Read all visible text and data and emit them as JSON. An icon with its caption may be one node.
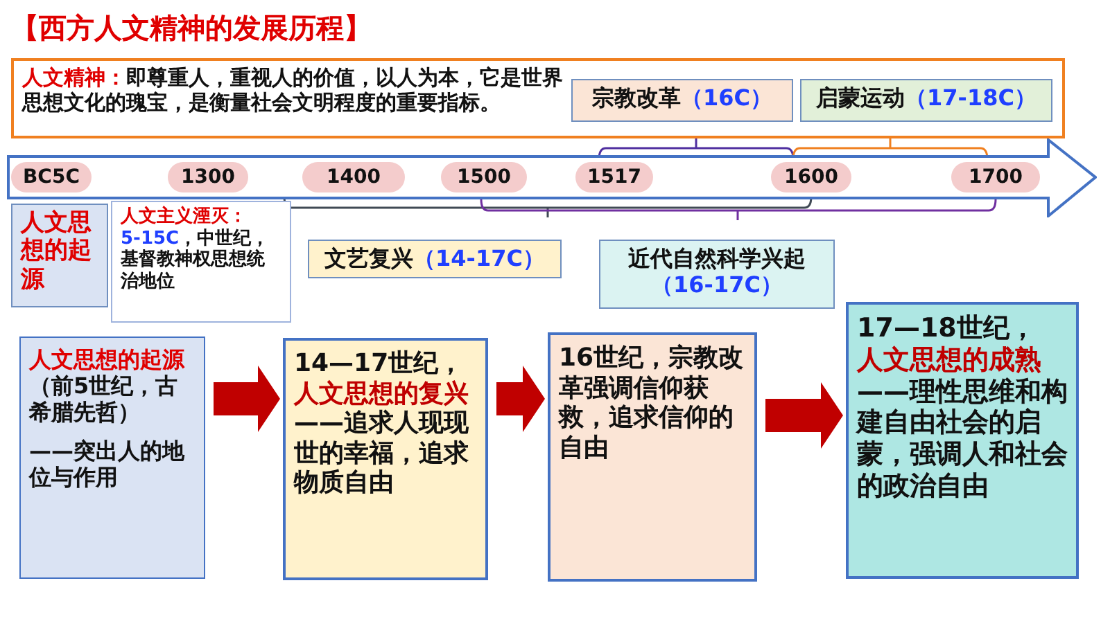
{
  "diagram": {
    "title": "【西方人文精神的发展历程】",
    "nodes": [
      {
        "text": [
          "人文精神：",
          "即尊重人，重视人的价值，以人为本，它是世界思想文化的瑰宝，是衡量社会文明程度的重要指标。"
        ]
      },
      {
        "text": [
          "宗教改革",
          "（16C）"
        ],
        "in": 0
      },
      {
        "text": [
          "启蒙运动",
          "（17-18C）"
        ],
        "in": 0
      },
      {
        "text": [
          "人文思想的起源"
        ]
      },
      {
        "text": [
          "人文主义湮灭：",
          "5-15C",
          "，中世纪，基督教神权思想统治地位"
        ]
      },
      {
        "text": [
          "文艺复兴",
          "（14-17C）"
        ]
      },
      {
        "text": [
          "近代自然科学兴起",
          "（16-17C）"
        ]
      },
      {
        "text": [
          "人文思想的起源",
          "（前5世纪，古希腊先哲）",
          "——突出人的地位与作用"
        ]
      },
      {
        "text": [
          "14—17世纪，",
          "人文思想的复兴",
          "——追求人现现世的幸福，追求物质自由"
        ]
      },
      {
        "text": [
          "16世纪，宗教改革强调信仰获救，追求信仰的自由"
        ]
      },
      {
        "text": [
          "17—18世纪，",
          "人文思想的成熟",
          "——理性思维和构建自由社会的启蒙，强调人和社会的政治自由"
        ]
      },
      {
        "text": [
          "BC5C",
          "1300",
          "1400",
          "1500",
          "1517",
          "1600",
          "1700"
        ]
      }
    ],
    "edges": [
      {
        "from": 7,
        "to": 8,
        "arrow": "to"
      },
      {
        "from": 8,
        "to": 9,
        "arrow": "to"
      },
      {
        "from": 9,
        "to": 10,
        "arrow": "to"
      }
    ]
  }
}
